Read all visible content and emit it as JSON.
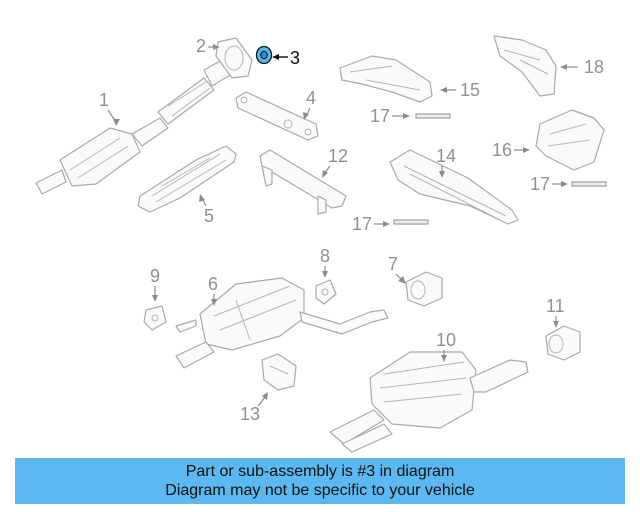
{
  "diagram": {
    "highlight_color": "#56b7ef",
    "callouts": [
      {
        "id": "1",
        "label": "1"
      },
      {
        "id": "2",
        "label": "2"
      },
      {
        "id": "3",
        "label": "3",
        "highlighted": true
      },
      {
        "id": "4",
        "label": "4"
      },
      {
        "id": "5",
        "label": "5"
      },
      {
        "id": "6",
        "label": "6"
      },
      {
        "id": "7",
        "label": "7"
      },
      {
        "id": "8",
        "label": "8"
      },
      {
        "id": "9",
        "label": "9"
      },
      {
        "id": "10",
        "label": "10"
      },
      {
        "id": "11",
        "label": "11"
      },
      {
        "id": "12",
        "label": "12"
      },
      {
        "id": "13",
        "label": "13"
      },
      {
        "id": "14",
        "label": "14"
      },
      {
        "id": "15",
        "label": "15"
      },
      {
        "id": "16",
        "label": "16"
      },
      {
        "id": "17a",
        "label": "17"
      },
      {
        "id": "17b",
        "label": "17"
      },
      {
        "id": "17c",
        "label": "17"
      },
      {
        "id": "18",
        "label": "18"
      }
    ]
  },
  "banner": {
    "color": "#5bb8f0",
    "line1": "Part or sub-assembly is #3 in diagram",
    "line2": "Diagram may not be specific to your vehicle"
  }
}
